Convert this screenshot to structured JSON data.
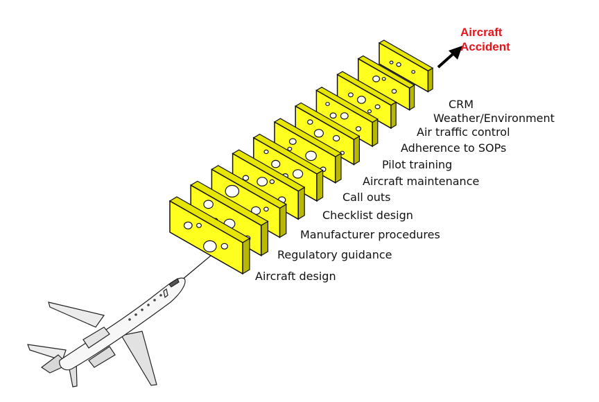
{
  "outcome": {
    "line1": "Aircraft",
    "line2": "Accident",
    "color": "#e8141b"
  },
  "layers": [
    {
      "label": "Aircraft design"
    },
    {
      "label": "Regulatory guidance"
    },
    {
      "label": "Manufacturer procedures"
    },
    {
      "label": "Checklist design"
    },
    {
      "label": "Call outs"
    },
    {
      "label": "Aircraft maintenance"
    },
    {
      "label": "Pilot training"
    },
    {
      "label": "Adherence to SOPs"
    },
    {
      "label": "Air traffic control"
    },
    {
      "label": "Weather/Environment"
    },
    {
      "label": "CRM"
    }
  ],
  "colors": {
    "slice_face": "#ffff1f",
    "slice_side": "#b8b800",
    "slice_top": "#e6e600",
    "outline": "#111111",
    "hole": "#ffffff"
  },
  "icons": {
    "aircraft": "business-jet-icon",
    "arrow": "trajectory-arrow-icon"
  }
}
